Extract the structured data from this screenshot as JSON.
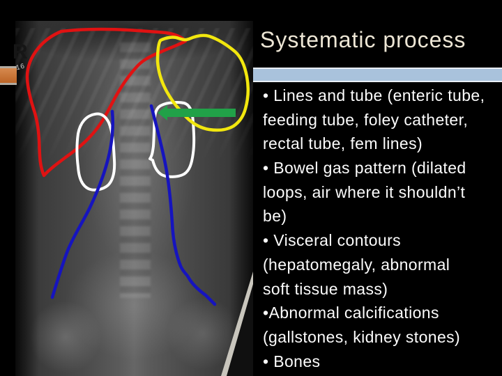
{
  "slide": {
    "background": "#000000",
    "title": "Systematic process",
    "title_color": "#EDE6D5",
    "divider_bar_color": "#A9C2DC",
    "accent_ribbon_color": "#C9763D",
    "text_color": "#FFFFFF",
    "bullet_lines": [
      "• Lines and tube (enteric tube,",
      "feeding tube, foley catheter,",
      "rectal tube, fem lines)",
      "• Bowel gas pattern (dilated",
      "loops, air where it shouldn’t",
      "be)",
      "• Visceral contours",
      "(hepatomegaly, abnormal",
      "soft tissue mass)",
      "•Abnormal calcifications",
      "(gallstones, kidney stones)",
      "• Bones"
    ]
  },
  "xray": {
    "side_marker": "R",
    "film_number": "16",
    "annotations": {
      "liver": {
        "label": "liver outline",
        "color": "#E01212"
      },
      "stomach": {
        "label": "stomach outline",
        "color": "#F2E70E"
      },
      "left_kidney": {
        "label": "left kidney outline",
        "color": "#FFFFFF"
      },
      "right_kidney": {
        "label": "right kidney outline",
        "color": "#FFFFFF"
      },
      "left_psoas": {
        "label": "left psoas margin line",
        "color": "#1614BE"
      },
      "right_psoas": {
        "label": "right psoas margin line",
        "color": "#1614BE"
      },
      "arrow": {
        "label": "left-pointing arrow",
        "color": "#21A148"
      }
    }
  }
}
